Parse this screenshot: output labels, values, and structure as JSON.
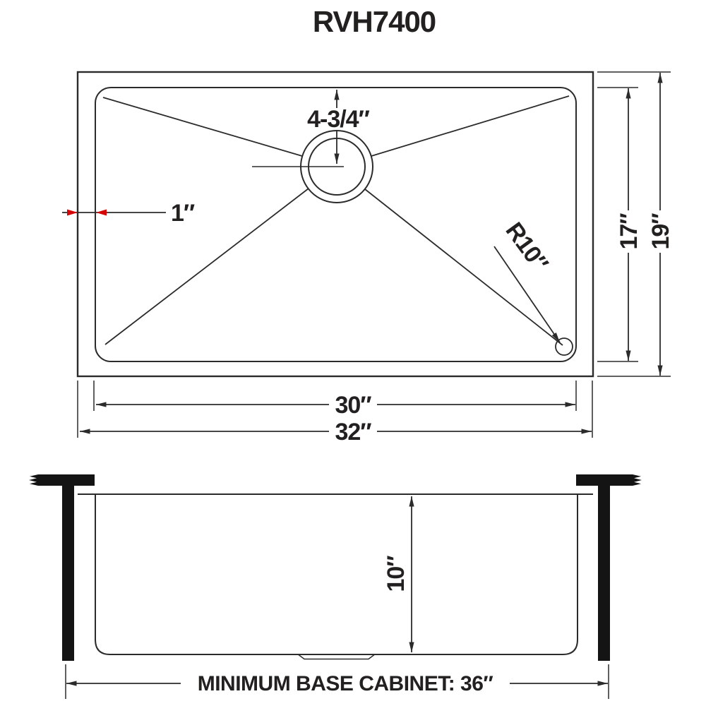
{
  "title": "RVH7400",
  "colors": {
    "line": "#2b2b2b",
    "accent_red": "#d40505",
    "background": "#ffffff"
  },
  "top_view": {
    "drain_offset_label": "4-3/4″",
    "rim_width_label": "1″",
    "corner_radius_label": "R10″",
    "bowl_front_back_label": "17″",
    "overall_front_back_label": "19″",
    "bowl_width_label": "30″",
    "overall_width_label": "32″"
  },
  "side_view": {
    "depth_label": "10″",
    "cabinet_note": "MINIMUM BASE CABINET: 36″"
  }
}
